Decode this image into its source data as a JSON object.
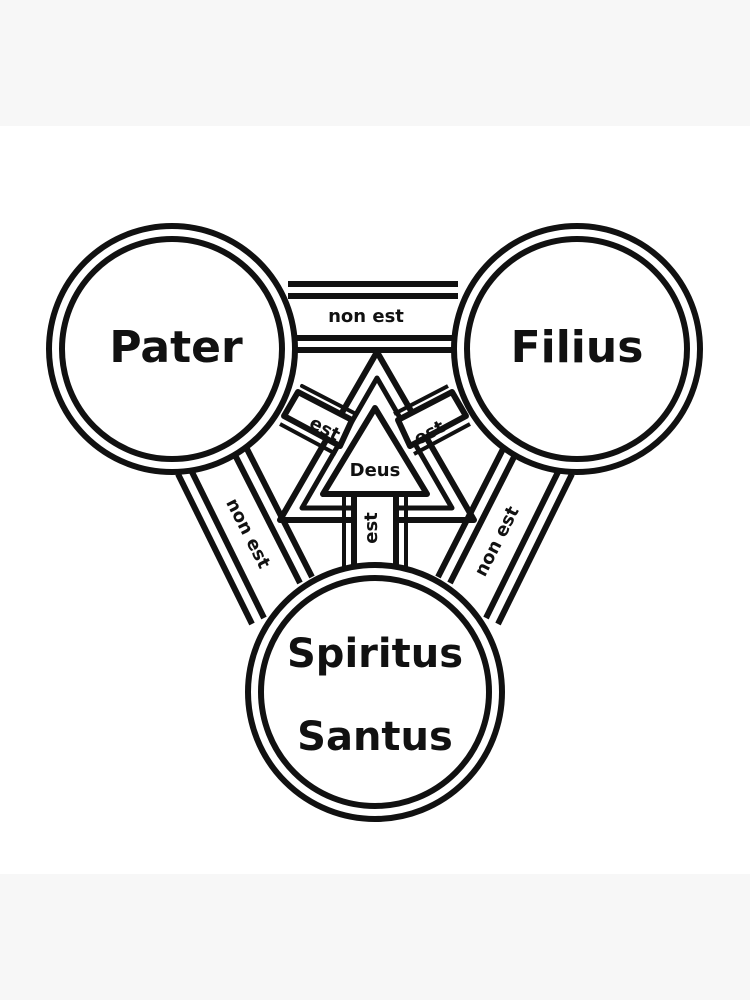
{
  "nodes": {
    "pater": "Pater",
    "filius": "Filius",
    "spiritus_line1": "Spiritus",
    "spiritus_line2": "Santus",
    "center": "Deus"
  },
  "links": {
    "top": "non est",
    "left": "non est",
    "right": "non est",
    "pater_deus": "est",
    "filius_deus": "est",
    "spiritus_deus": "est"
  },
  "colors": {
    "ink": "#111111",
    "paper": "#ffffff",
    "band": "#f7f7f7"
  }
}
